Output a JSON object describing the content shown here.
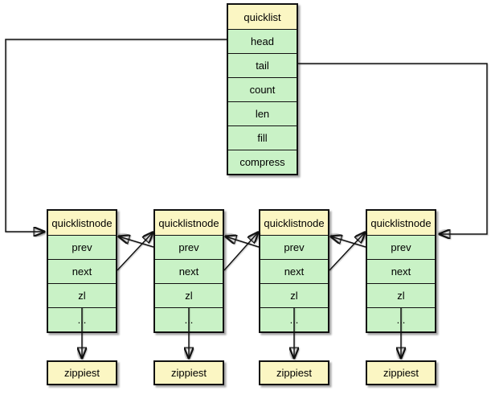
{
  "diagram": {
    "title_note": "quicklist structure diagram",
    "colors": {
      "header_fill": "#fbf6c3",
      "field_fill": "#c9f2c6",
      "border": "#111111",
      "background": "#ffffff"
    },
    "quicklist": {
      "title": "quicklist",
      "fields": [
        "head",
        "tail",
        "count",
        "len",
        "fill",
        "compress"
      ]
    },
    "nodes": [
      {
        "title": "quicklistnode",
        "fields": [
          "prev",
          "next",
          "zl",
          "..."
        ]
      },
      {
        "title": "quicklistnode",
        "fields": [
          "prev",
          "next",
          "zl",
          "..."
        ]
      },
      {
        "title": "quicklistnode",
        "fields": [
          "prev",
          "next",
          "zl",
          "..."
        ]
      },
      {
        "title": "quicklistnode",
        "fields": [
          "prev",
          "next",
          "zl",
          "..."
        ]
      }
    ],
    "ziplists": [
      {
        "label": "zippiest"
      },
      {
        "label": "zippiest"
      },
      {
        "label": "zippiest"
      },
      {
        "label": "zippiest"
      }
    ],
    "edges": [
      {
        "from": "quicklist.head",
        "to": "quicklistnode-1"
      },
      {
        "from": "quicklist.tail",
        "to": "quicklistnode-4"
      },
      {
        "from": "quicklistnode-1.next",
        "to": "quicklistnode-2"
      },
      {
        "from": "quicklistnode-2.prev",
        "to": "quicklistnode-1"
      },
      {
        "from": "quicklistnode-2.next",
        "to": "quicklistnode-3"
      },
      {
        "from": "quicklistnode-3.prev",
        "to": "quicklistnode-2"
      },
      {
        "from": "quicklistnode-3.next",
        "to": "quicklistnode-4"
      },
      {
        "from": "quicklistnode-4.prev",
        "to": "quicklistnode-3"
      },
      {
        "from": "quicklistnode-1.zl",
        "to": "ziplist-1"
      },
      {
        "from": "quicklistnode-2.zl",
        "to": "ziplist-2"
      },
      {
        "from": "quicklistnode-3.zl",
        "to": "ziplist-3"
      },
      {
        "from": "quicklistnode-4.zl",
        "to": "ziplist-4"
      }
    ]
  }
}
